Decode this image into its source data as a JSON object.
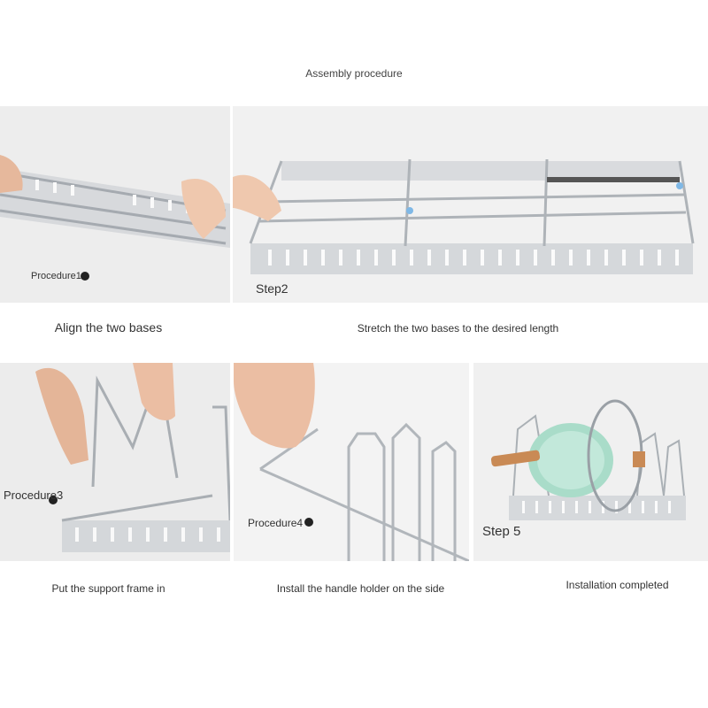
{
  "title": "Assembly procedure",
  "steps": [
    {
      "label": "Procedure1",
      "caption": "Align the two bases"
    },
    {
      "label": "Step2",
      "caption": "Stretch the two bases to the desired length"
    },
    {
      "label": "Procedure3",
      "caption": "Put the support frame in"
    },
    {
      "label": "Procedure4",
      "caption": "Install the handle holder on the side"
    },
    {
      "label": "Step 5",
      "caption": "Installation completed"
    }
  ],
  "colors": {
    "metal": "#c9cdd2",
    "metal_dark": "#9aa0a6",
    "skin": "#e8c2a8",
    "pot": "#a9dcc9",
    "handle": "#c98a55"
  }
}
